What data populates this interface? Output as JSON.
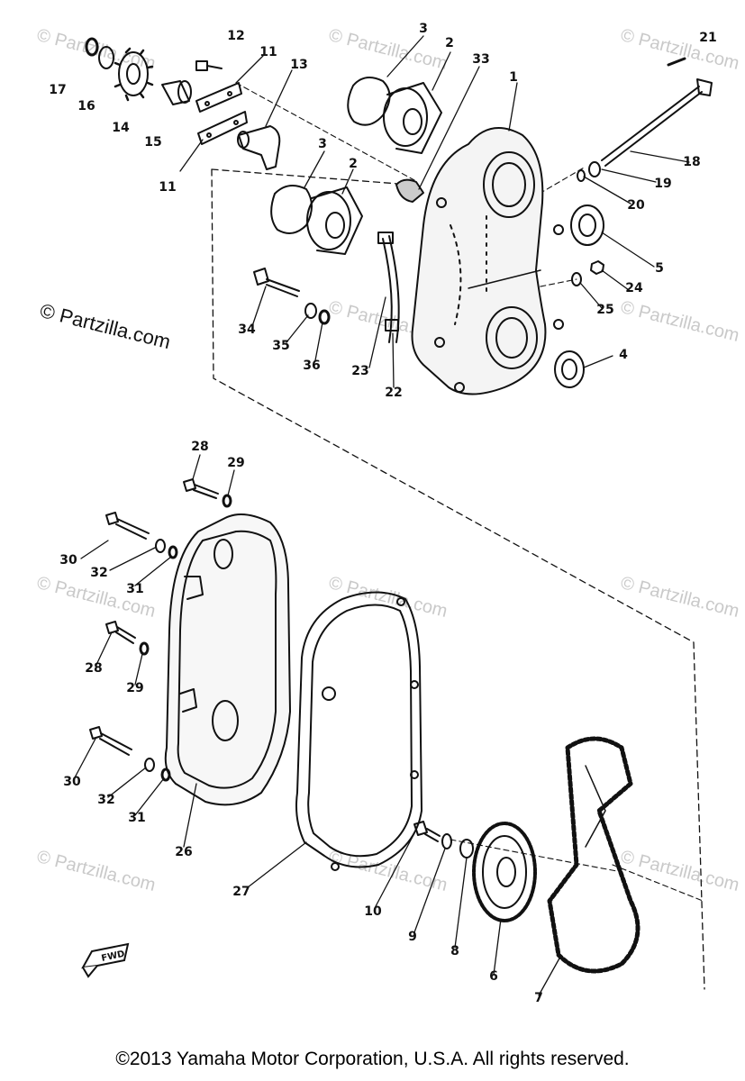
{
  "watermark": {
    "main": "© Partzilla.com",
    "faint": "© Partzilla.com"
  },
  "copyright": "©2013 Yamaha Motor Corporation, U.S.A. All rights reserved.",
  "fwd_marker": "FWD",
  "callouts": {
    "p1": "1",
    "p2a": "2",
    "p2b": "2",
    "p3a": "3",
    "p3b": "3",
    "p4": "4",
    "p5": "5",
    "p6": "6",
    "p7": "7",
    "p8": "8",
    "p9": "9",
    "p10": "10",
    "p11a": "11",
    "p11b": "11",
    "p12": "12",
    "p13": "13",
    "p14": "14",
    "p15": "15",
    "p16": "16",
    "p17": "17",
    "p18": "18",
    "p19": "19",
    "p20": "20",
    "p21": "21",
    "p22": "22",
    "p23": "23",
    "p24": "24",
    "p25": "25",
    "p26": "26",
    "p27": "27",
    "p28a": "28",
    "p28b": "28",
    "p29a": "29",
    "p29b": "29",
    "p30a": "30",
    "p30b": "30",
    "p31a": "31",
    "p31b": "31",
    "p32a": "32",
    "p32b": "32",
    "p33": "33",
    "p34": "34",
    "p35": "35",
    "p36": "36"
  }
}
